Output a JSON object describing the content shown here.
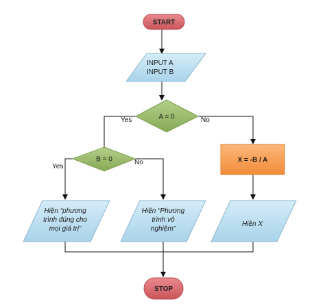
{
  "colors": {
    "terminal_fill": "#d9676b",
    "terminal_stroke": "#b74a50",
    "io_fill": "#bfe1f2",
    "io_stroke": "#8fb7cf",
    "decision_fill": "#9cbc6a",
    "decision_stroke": "#7e9d4d",
    "process_fill": "#f8a55b",
    "process_stroke": "#e07f33",
    "edge": "#111111"
  },
  "nodes": {
    "start": {
      "label": "START"
    },
    "input": {
      "line1": "INPUT A",
      "line2": "INPUT B"
    },
    "decision_a": {
      "label": "A = 0"
    },
    "decision_b": {
      "label": "B = 0"
    },
    "process_x": {
      "label": "X = -B / A"
    },
    "output_all": {
      "line1": "Hiện “phương",
      "line2": "trình đúng cho",
      "line3": "mọi giá trị”"
    },
    "output_none": {
      "line1": "Hiện “Phương",
      "line2": "trình vô",
      "line3": "nghiệm”"
    },
    "output_x": {
      "label": "Hiện X"
    },
    "stop": {
      "label": "STOP"
    }
  },
  "branch_labels": {
    "a_yes": "Yes",
    "a_no": "No",
    "b_yes": "Yes",
    "b_no": "No"
  }
}
